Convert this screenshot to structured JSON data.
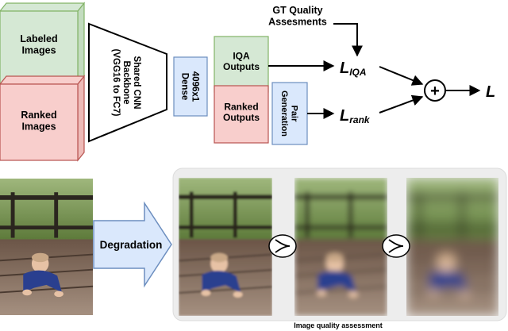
{
  "diagram": {
    "inputs": {
      "labeled": "Labeled\nImages",
      "ranked": "Ranked\nImages"
    },
    "backbone": "Shared CNN\nBackbone\n(VGG16 to FC7)",
    "dense": "4096x1\nDense",
    "iqa_outputs": "IQA\nOutputs",
    "ranked_outputs": "Ranked\nOutputs",
    "pair_generation": "Pair\nGeneration",
    "gt_quality": "GT Quality\nAssesments",
    "loss_iqa": {
      "base": "L",
      "sub": "IQA"
    },
    "loss_rank": {
      "base": "L",
      "sub": "rank"
    },
    "sum_symbol": "+",
    "loss_total": "L"
  },
  "bottom": {
    "degradation": "Degradation",
    "caption": "Image quality assessment"
  },
  "colors": {
    "green_fill": "#d5e8d4",
    "green_stroke": "#82b366",
    "red_fill": "#f8cecc",
    "red_stroke": "#b85450",
    "blue_fill": "#dae8fc",
    "blue_stroke": "#6c8ebf",
    "panel_bg": "#ededed"
  }
}
